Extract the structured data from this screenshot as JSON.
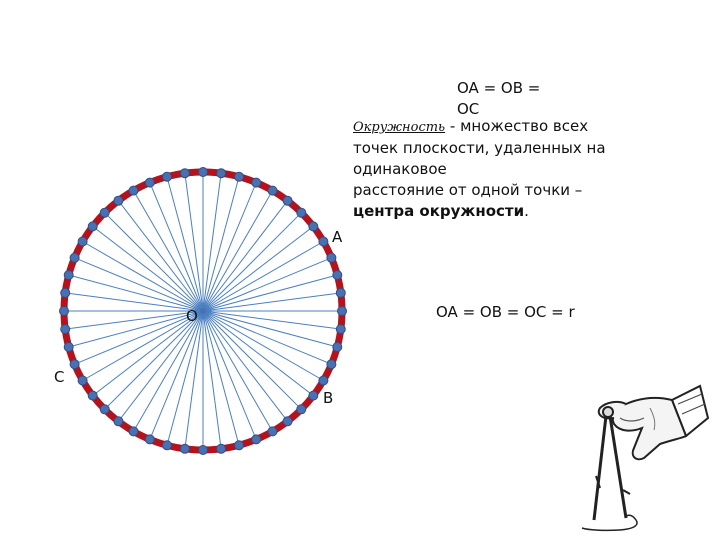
{
  "equations": {
    "top": "OA = OB = OC",
    "radius": "OA = OB = OC = r"
  },
  "definition": {
    "term": "Окружность",
    "text_before": " - множество всех точек плоскости, удаленных на одинаковое",
    "text_line2": "расстояние от одной точки –",
    "bold": "центра окружности",
    "end": "."
  },
  "points": {
    "A": "A",
    "B": "B",
    "C": "C",
    "O": "O"
  },
  "colors": {
    "circle": "#b5121b",
    "spokes": "#4a7fc0",
    "dots": "#4a70b0"
  },
  "icons": {
    "illustration": "hand-with-compass-icon"
  }
}
